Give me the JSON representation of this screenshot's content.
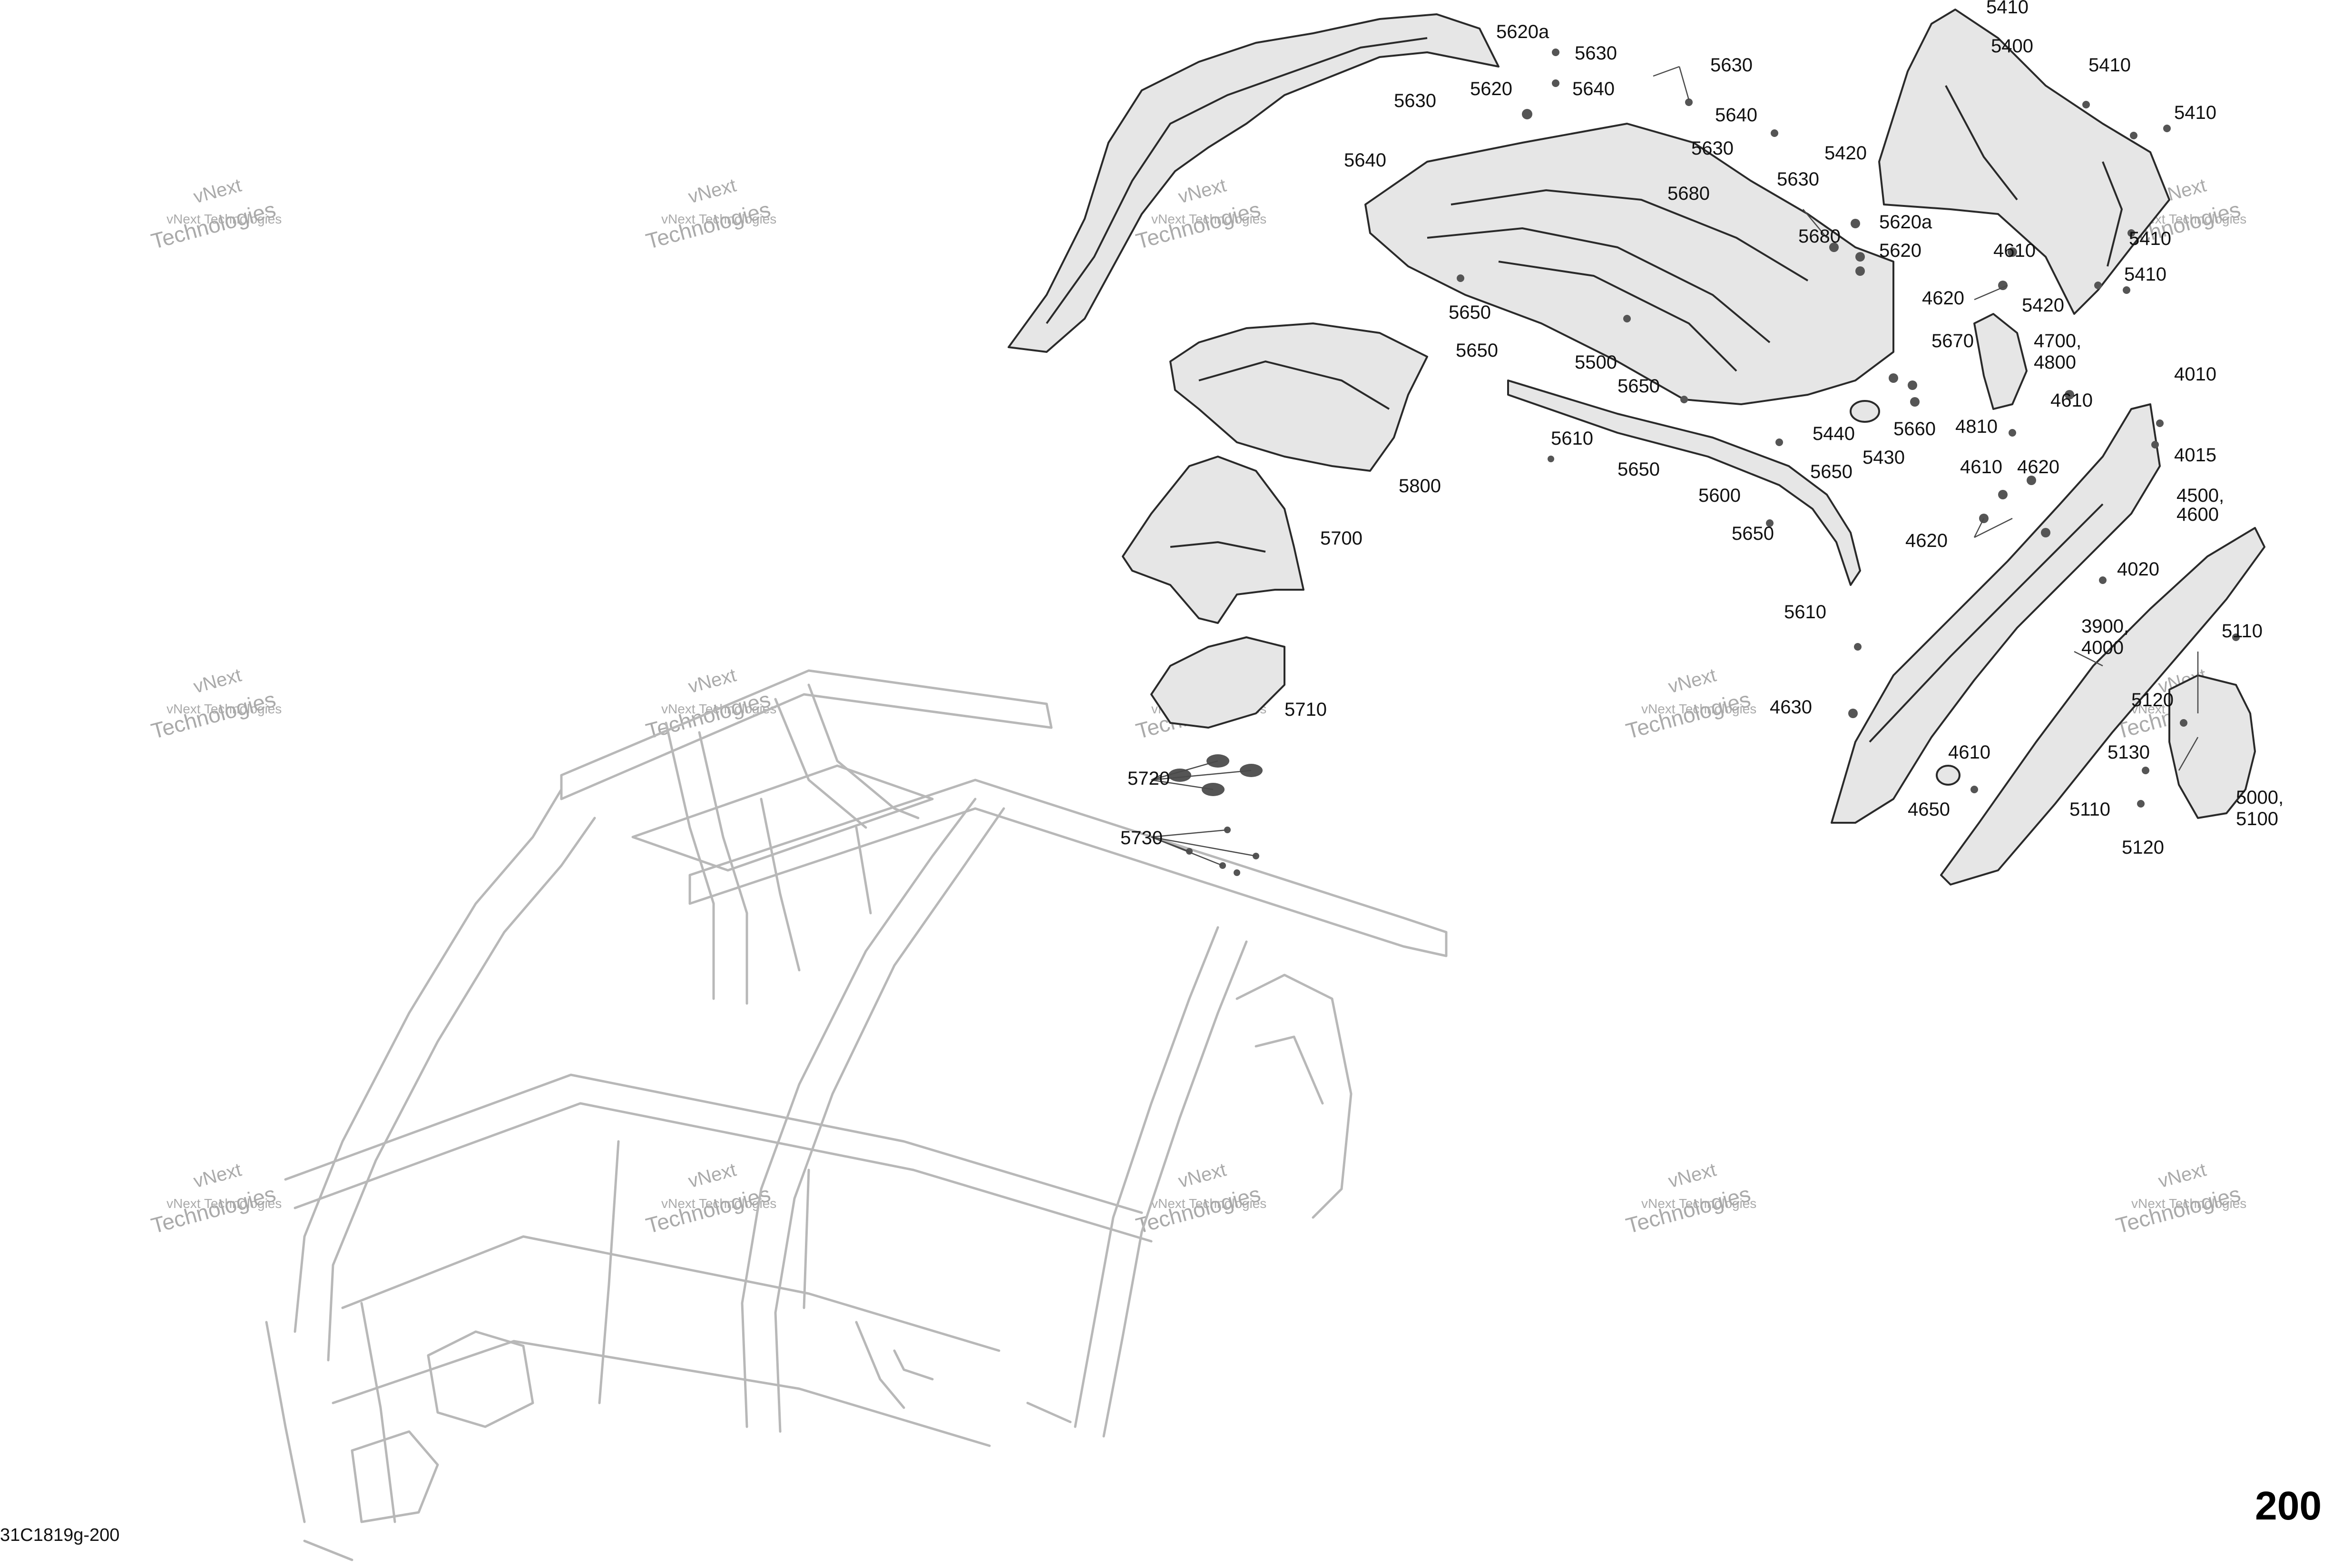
{
  "drawing_code": "31C1819g-200",
  "page_number": "200",
  "watermark": {
    "line1": "vNext Technologies",
    "line2": "vNext",
    "line3": "Technologies"
  },
  "callouts": {
    "c5410a": "5410",
    "c5400": "5400",
    "c5410b": "5410",
    "c5410c": "5410",
    "c5410d": "5410",
    "c5410e": "5410",
    "c5420a": "5420",
    "c5420b": "5420",
    "c5620a_a": "5620a",
    "c5620a": "5620",
    "c5620a_b": "5620a",
    "c5620b": "5620",
    "c5630a": "5630",
    "c5630b": "5630",
    "c5630c": "5630",
    "c5630d": "5630",
    "c5630e": "5630",
    "c5640a": "5640",
    "c5640b": "5640",
    "c5640c": "5640",
    "c5680a": "5680",
    "c5680b": "5680",
    "c5650a": "5650",
    "c5650b": "5650",
    "c5650c": "5650",
    "c5650d": "5650",
    "c5650e": "5650",
    "c5650f": "5650",
    "c5500": "5500",
    "c5670": "5670",
    "c5660": "5660",
    "c5440": "5440",
    "c5430": "5430",
    "c5610a": "5610",
    "c5610b": "5610",
    "c5600": "5600",
    "c5800": "5800",
    "c5700": "5700",
    "c5710": "5710",
    "c5720": "5720",
    "c5730": "5730",
    "c4610a": "4610",
    "c4610b": "4610",
    "c4610c": "4610",
    "c4610d": "4610",
    "c4620a": "4620",
    "c4620b": "4620",
    "c4620c": "4620",
    "c4700": "4700,",
    "c4800": "4800",
    "c4810": "4810",
    "c4010": "4010",
    "c4015": "4015",
    "c4500": "4500,",
    "c4600": "4600",
    "c4020": "4020",
    "c3900": "3900,",
    "c4000": "4000",
    "c4630": "4630",
    "c4650": "4650",
    "c5110a": "5110",
    "c5110b": "5110",
    "c5120a": "5120",
    "c5120b": "5120",
    "c5130": "5130",
    "c5000": "5000,",
    "c5100": "5100"
  }
}
